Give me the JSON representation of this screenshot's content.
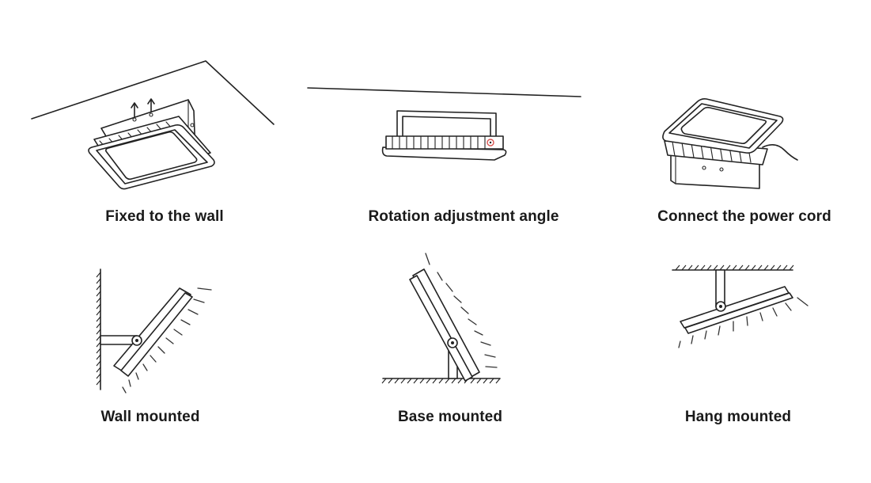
{
  "panels": [
    {
      "id": "fixed",
      "caption": "Fixed to the wall"
    },
    {
      "id": "rotation",
      "caption": "Rotation adjustment angle"
    },
    {
      "id": "power",
      "caption": "Connect the power cord"
    },
    {
      "id": "wall",
      "caption": "Wall mounted"
    },
    {
      "id": "base",
      "caption": "Base mounted"
    },
    {
      "id": "hang",
      "caption": "Hang mounted"
    }
  ],
  "colors": {
    "line": "#222222",
    "caption": "#1a1a1a",
    "highlight": "#d9534f",
    "background": "#ffffff"
  },
  "icons": [
    "ceiling-mount-floodlight-icon",
    "rotating-bracket-floodlight-icon",
    "power-cord-floodlight-icon",
    "wall-mount-side-view-icon",
    "base-mount-side-view-icon",
    "hang-mount-side-view-icon"
  ]
}
